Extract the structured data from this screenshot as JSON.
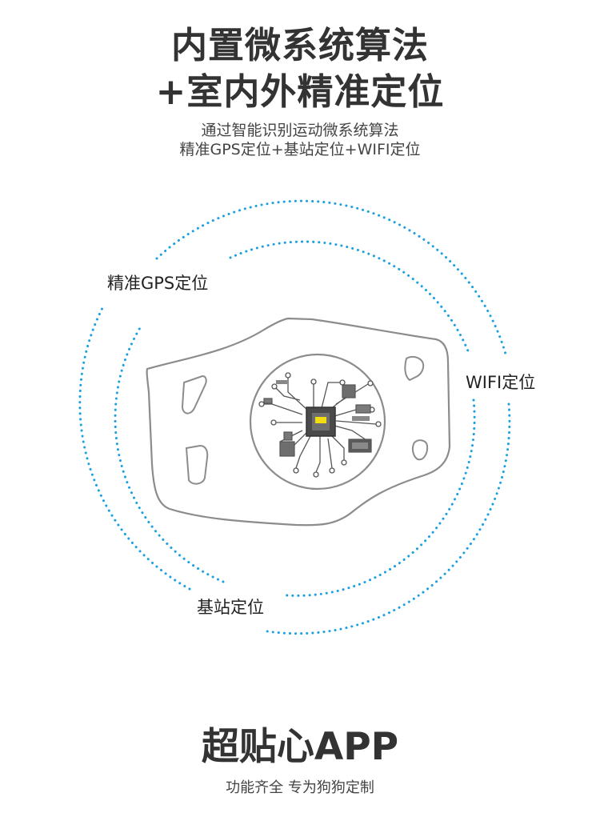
{
  "header": {
    "title_line1": "内置微系统算法",
    "title_line2": "+室内外精准定位",
    "subtitle_line1": "通过智能识别运动微系统算法",
    "subtitle_line2": "精准GPS定位+基站定位+WIFI定位"
  },
  "diagram": {
    "label_gps": "精准GPS定位",
    "label_wifi": "WIFI定位",
    "label_base": "基站定位",
    "accent_color": "#1aa0e0"
  },
  "footer": {
    "title": "超贴心APP",
    "subtitle": "功能齐全 专为狗狗定制"
  }
}
